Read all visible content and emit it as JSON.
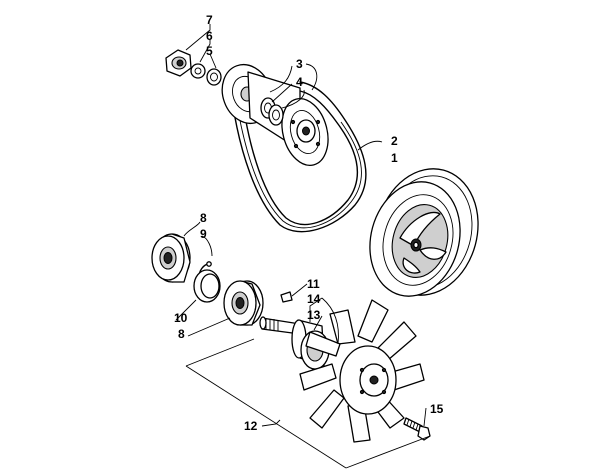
{
  "callouts": {
    "c1": "1",
    "c2": "2",
    "c3": "3",
    "c4": "4",
    "c5": "5",
    "c6": "6",
    "c7": "7",
    "c8_top": "8",
    "c8_bottom": "8",
    "c9": "9",
    "c10": "10",
    "c11": "11",
    "c12": "12",
    "c13": "13",
    "c14": "14",
    "c15": "15"
  }
}
